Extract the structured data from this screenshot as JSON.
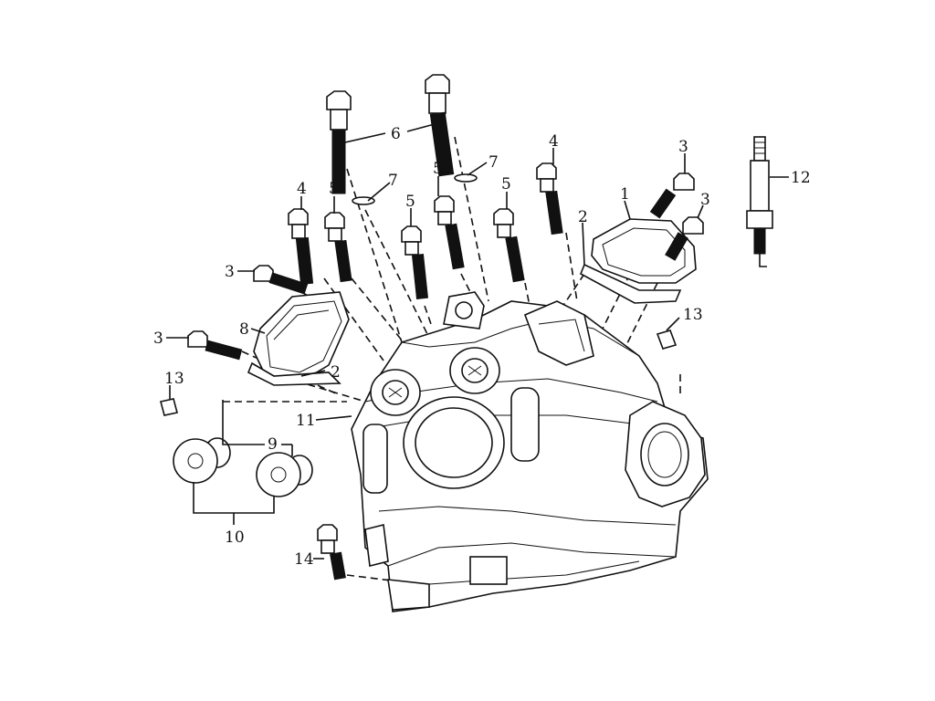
{
  "diagram": {
    "type": "exploded-parts-diagram",
    "callouts": [
      {
        "id": "callout-1",
        "label": "1"
      },
      {
        "id": "callout-2a",
        "label": "2"
      },
      {
        "id": "callout-2b",
        "label": "2"
      },
      {
        "id": "callout-3a",
        "label": "3"
      },
      {
        "id": "callout-3b",
        "label": "3"
      },
      {
        "id": "callout-3c",
        "label": "3"
      },
      {
        "id": "callout-3d",
        "label": "3"
      },
      {
        "id": "callout-4a",
        "label": "4"
      },
      {
        "id": "callout-4b",
        "label": "4"
      },
      {
        "id": "callout-5a",
        "label": "5"
      },
      {
        "id": "callout-5b",
        "label": "5"
      },
      {
        "id": "callout-5c",
        "label": "5"
      },
      {
        "id": "callout-5d",
        "label": "5"
      },
      {
        "id": "callout-6",
        "label": "6"
      },
      {
        "id": "callout-7a",
        "label": "7"
      },
      {
        "id": "callout-7b",
        "label": "7"
      },
      {
        "id": "callout-8",
        "label": "8"
      },
      {
        "id": "callout-9",
        "label": "9"
      },
      {
        "id": "callout-10",
        "label": "10"
      },
      {
        "id": "callout-11",
        "label": "11"
      },
      {
        "id": "callout-12",
        "label": "12"
      },
      {
        "id": "callout-13a",
        "label": "13"
      },
      {
        "id": "callout-13b",
        "label": "13"
      },
      {
        "id": "callout-14",
        "label": "14"
      }
    ]
  }
}
